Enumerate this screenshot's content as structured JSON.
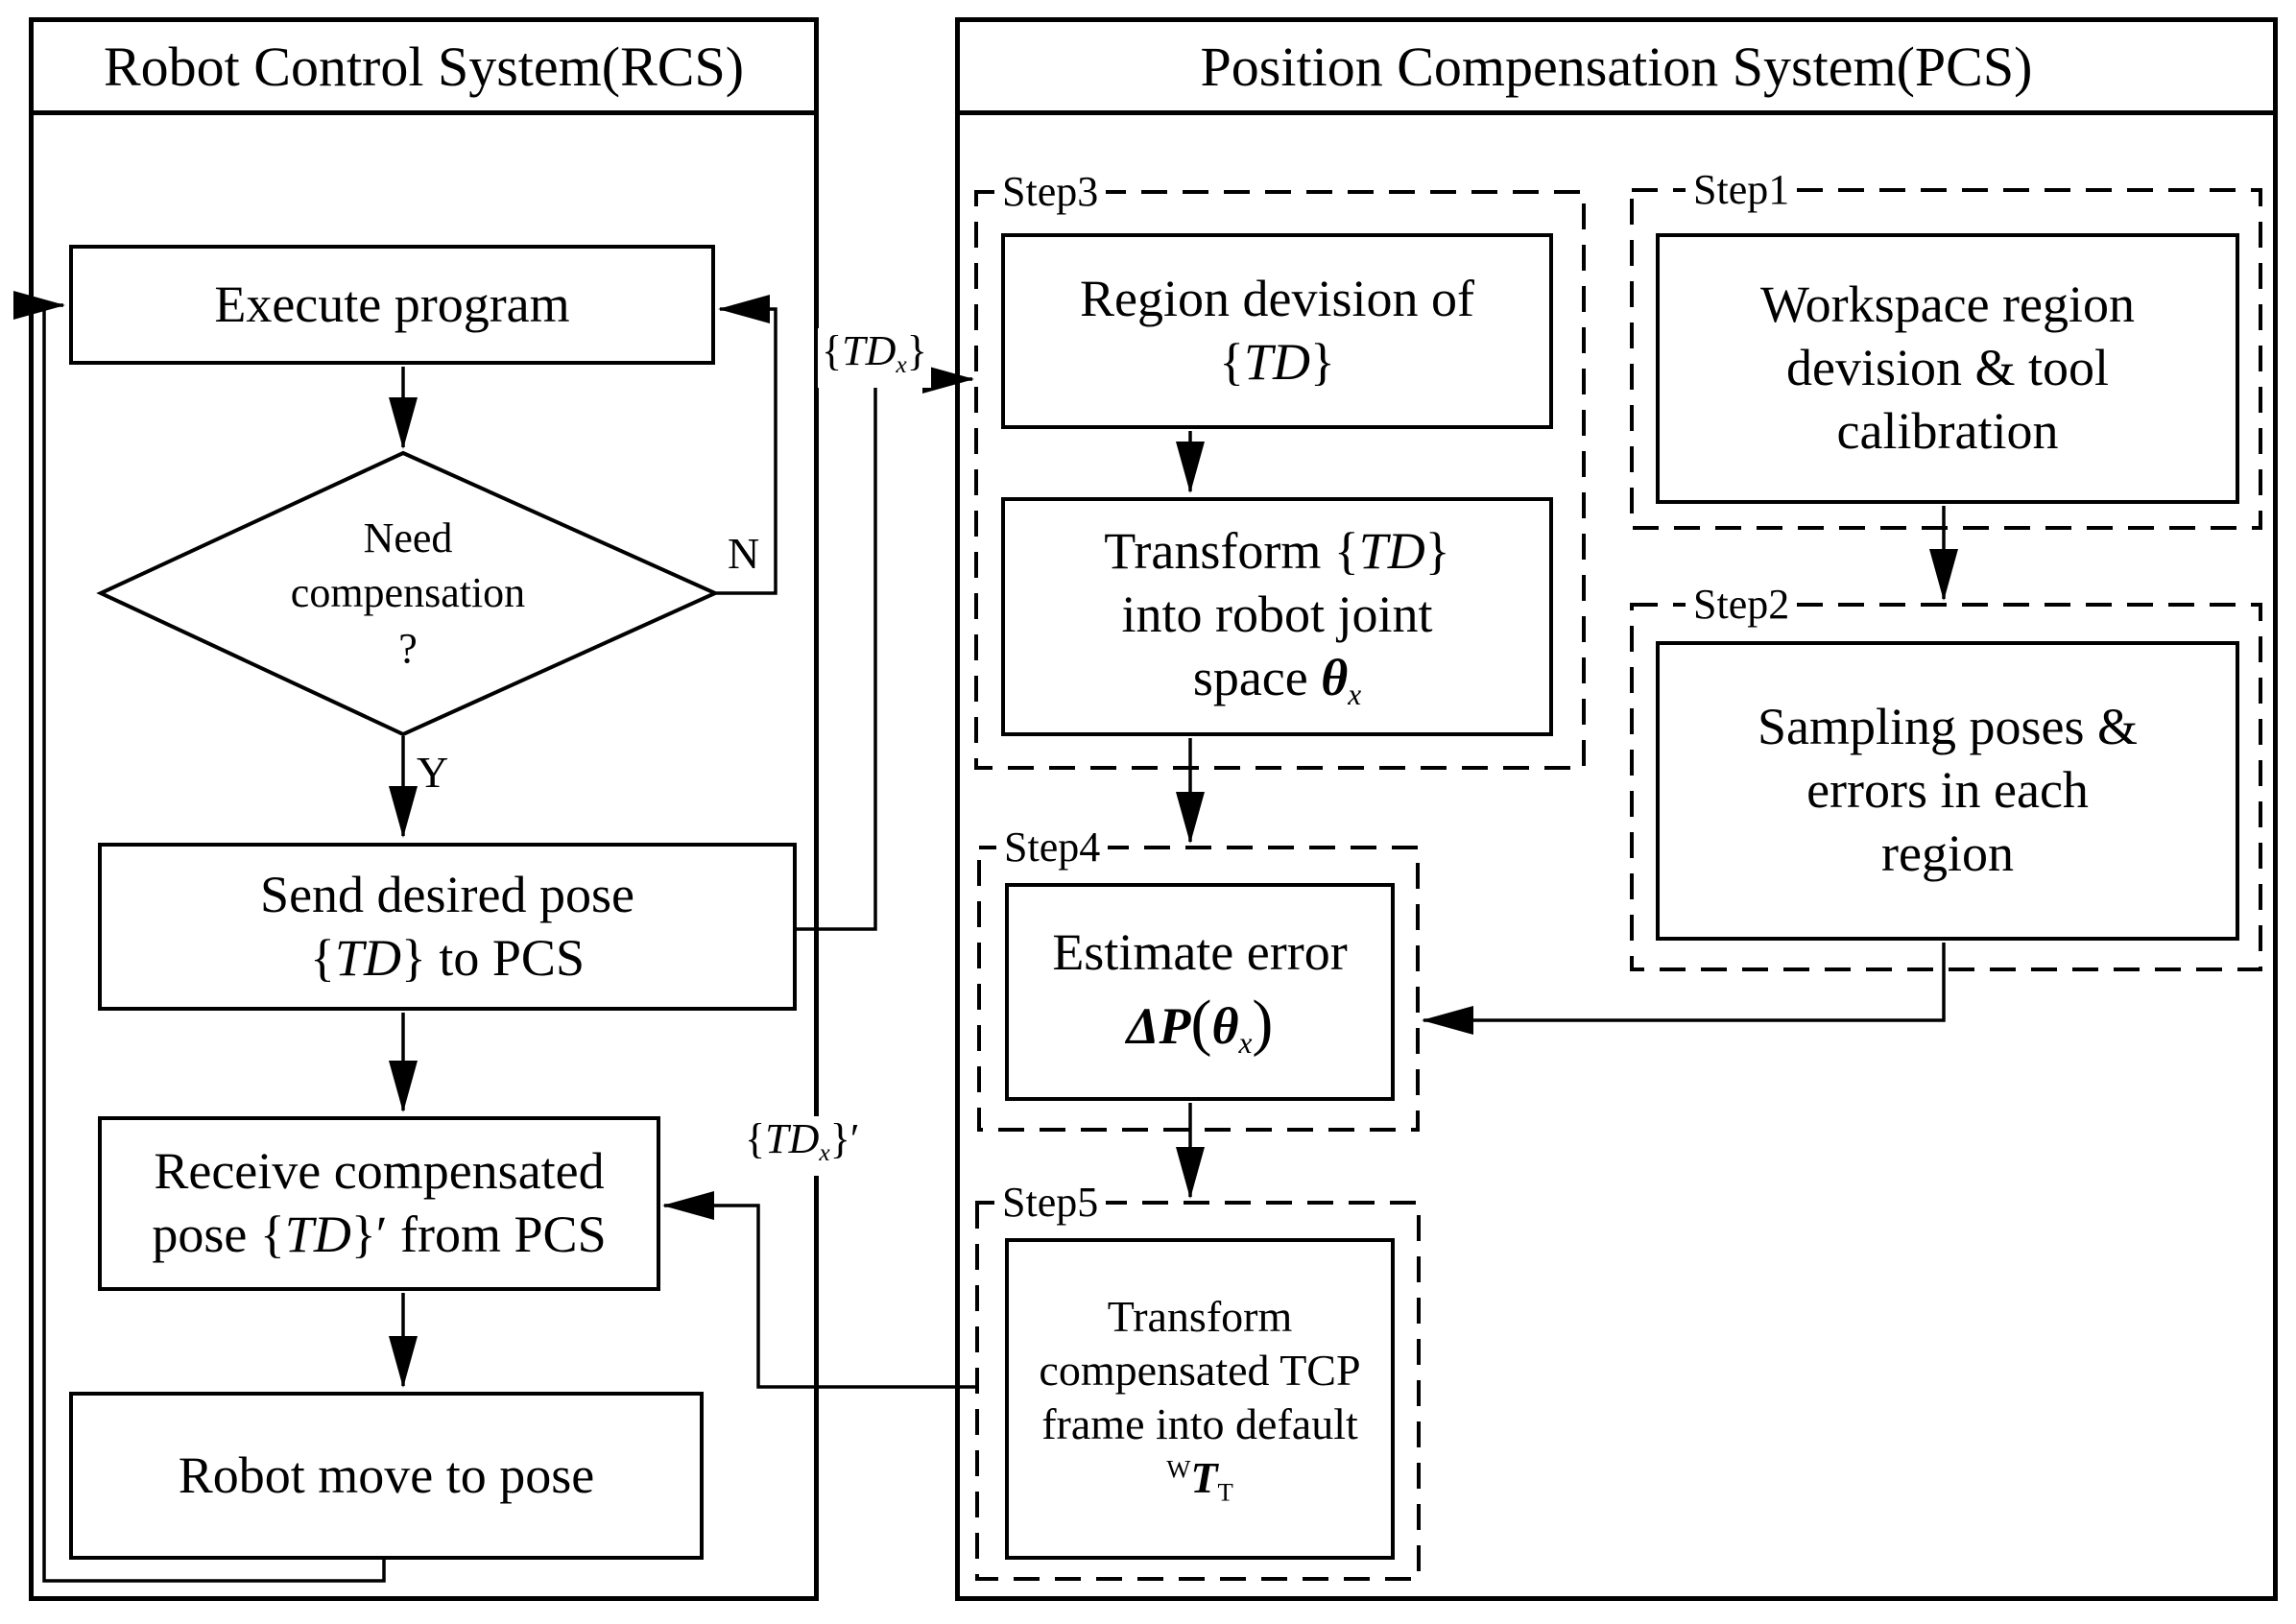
{
  "figure": {
    "rcs": {
      "title": "Robot Control System(RCS)",
      "execute_label": "Execute program",
      "decision": {
        "line1": "Need",
        "line2": "compensation",
        "line3": "?",
        "yes": "Y",
        "no": "N"
      },
      "send": {
        "line1": "Send desired pose",
        "line2": [
          {
            "t": "{"
          },
          {
            "t": "TD",
            "c": "i"
          },
          {
            "t": "} to PCS"
          }
        ]
      },
      "receive": {
        "line1": "Receive compensated",
        "line2": [
          {
            "t": "pose "
          },
          {
            "t": "{"
          },
          {
            "t": "TD",
            "c": "i"
          },
          {
            "t": "}′"
          },
          {
            "t": " from PCS"
          }
        ]
      },
      "robot_label": "Robot move to pose"
    },
    "pcs": {
      "title": "Position Compensation System(PCS)",
      "step1": {
        "label": "Step1",
        "line1": "Workspace region",
        "line2": "devision & tool",
        "line3": "calibration"
      },
      "step2": {
        "label": "Step2",
        "line1": "Sampling poses &",
        "line2": "errors in each",
        "line3": "region"
      },
      "step3": {
        "label": "Step3",
        "region_line1": "Region devision of",
        "region_line2": [
          {
            "t": "{"
          },
          {
            "t": "TD",
            "c": "i"
          },
          {
            "t": "}"
          }
        ],
        "transform_line1": [
          {
            "t": "Transform "
          },
          {
            "t": "{"
          },
          {
            "t": "TD",
            "c": "i"
          },
          {
            "t": "}"
          }
        ],
        "transform_line2": "into robot joint",
        "transform_line3": [
          {
            "t": "space  "
          },
          {
            "t": "θ",
            "c": "bi"
          },
          {
            "t": "x",
            "c": "subi"
          }
        ]
      },
      "step4": {
        "label": "Step4",
        "line1": "Estimate error",
        "line2": [
          {
            "t": "Δ",
            "c": "bi"
          },
          {
            "t": "P",
            "c": "bi"
          },
          {
            "t": "(",
            "c": "paren"
          },
          {
            "t": "θ",
            "c": "bi"
          },
          {
            "t": "x",
            "c": "subi"
          },
          {
            "t": ")",
            "c": "paren"
          }
        ]
      },
      "step5": {
        "label": "Step5",
        "line1": "Transform",
        "line2": "compensated TCP",
        "line3": "frame into default",
        "line4": [
          {
            "t": "W",
            "c": "sup"
          },
          {
            "t": "T",
            "c": "bi"
          },
          {
            "t": "T",
            "c": "sub"
          }
        ]
      }
    },
    "connectors": {
      "td_out": [
        {
          "t": "{"
        },
        {
          "t": "TD",
          "c": "i"
        },
        {
          "t": "x",
          "c": "subi"
        },
        {
          "t": "}"
        }
      ],
      "td_back": [
        {
          "t": "{"
        },
        {
          "t": "TD",
          "c": "i"
        },
        {
          "t": "x",
          "c": "subi"
        },
        {
          "t": "}′"
        }
      ]
    }
  }
}
